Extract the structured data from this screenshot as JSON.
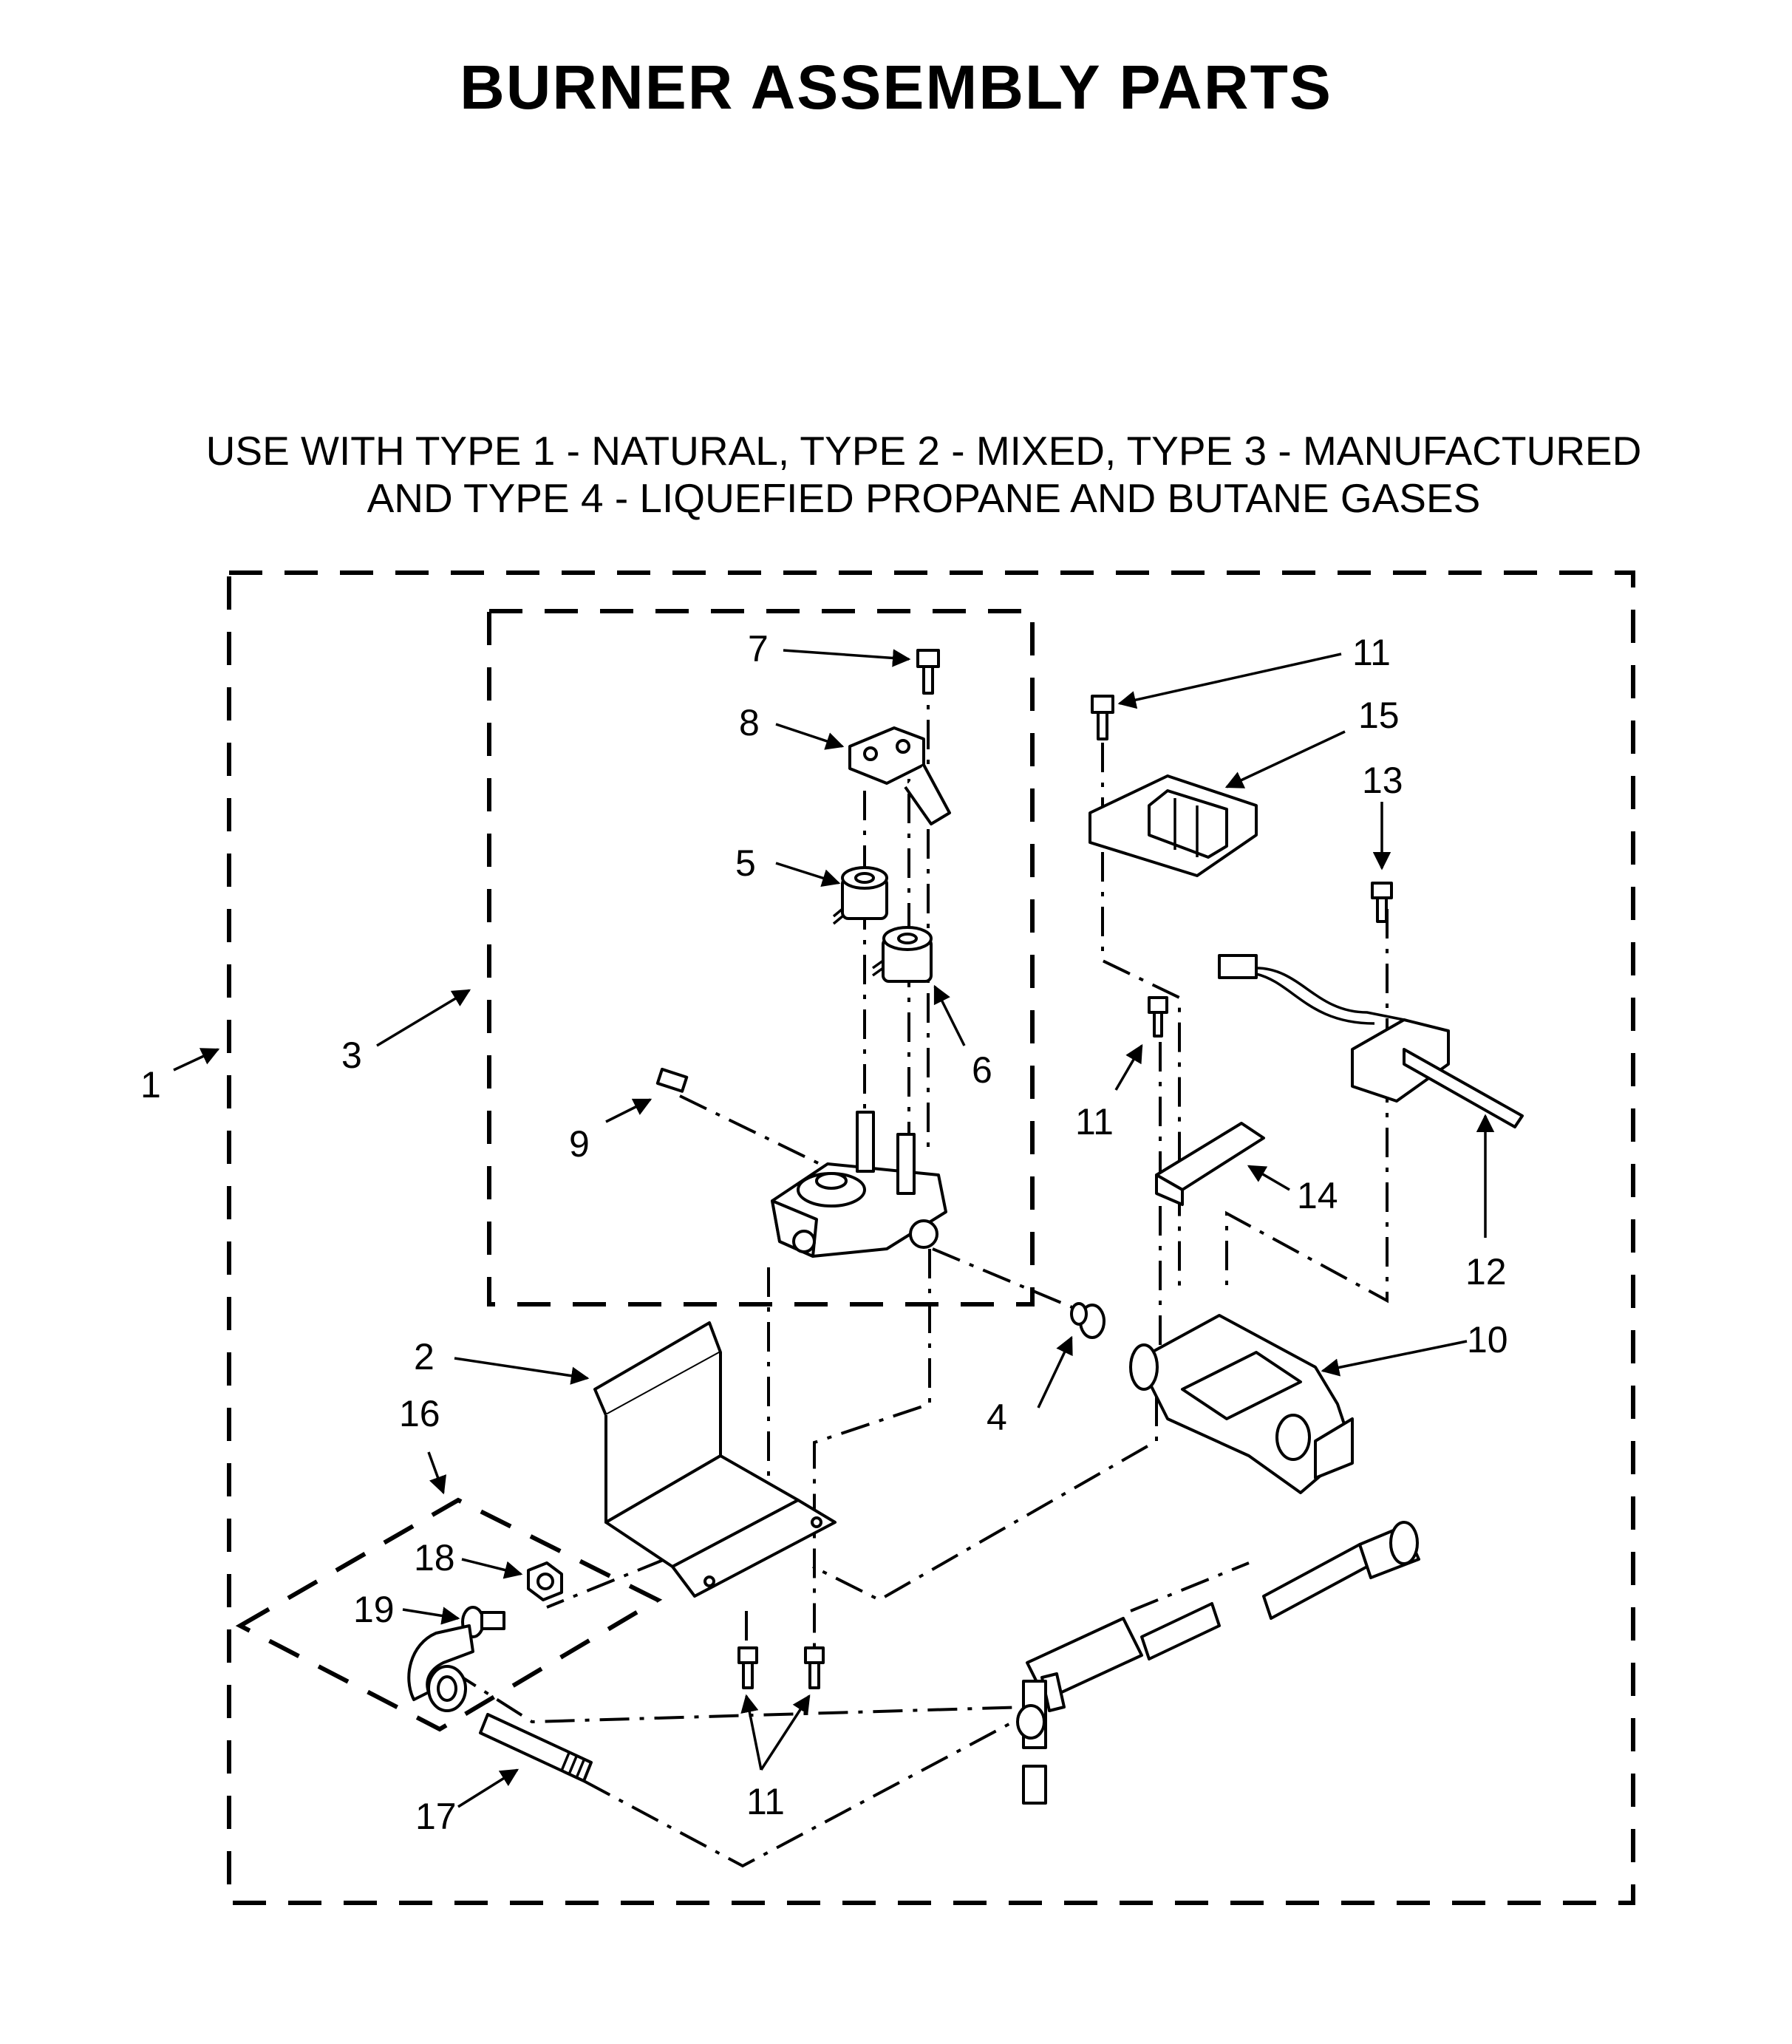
{
  "title": "BURNER ASSEMBLY PARTS",
  "subtitle": {
    "line1": "USE WITH TYPE 1 - NATURAL, TYPE 2 - MIXED, TYPE 3 - MANUFACTURED",
    "line2": "AND TYPE 4 - LIQUEFIED PROPANE AND BUTANE GASES"
  },
  "callouts": {
    "c1": "1",
    "c2": "2",
    "c3": "3",
    "c4": "4",
    "c5": "5",
    "c6": "6",
    "c7": "7",
    "c8": "8",
    "c9": "9",
    "c10": "10",
    "c11a": "11",
    "c11b": "11",
    "c11c": "11",
    "c12": "12",
    "c13": "13",
    "c14": "14",
    "c15": "15",
    "c16": "16",
    "c17": "17",
    "c18": "18",
    "c19": "19"
  }
}
